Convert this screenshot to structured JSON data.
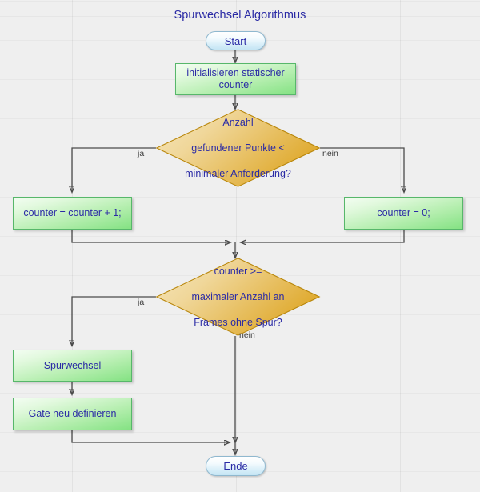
{
  "diagram": {
    "title": "Spurwechsel Algorithmus",
    "colors": {
      "text": "#2a2aa5",
      "process_fill": "#84e283",
      "process_border": "#57b76a",
      "decision_fill": "#e3b champion",
      "decision_border": "#b8860b",
      "terminator_fill": "#c4e5f4",
      "terminator_border": "#8fb8cf",
      "edge": "#4a4a4a",
      "canvas": "#efefef"
    },
    "nodes": {
      "start": {
        "label": "Start",
        "type": "terminator"
      },
      "init_counter": {
        "label_line1": "initialisieren statischer",
        "label_line2": "counter",
        "type": "process"
      },
      "decision_points": {
        "type": "decision",
        "label_line1": "Anzahl",
        "label_line2": "gefundener Punkte <",
        "label_line3": "minimaler Anforderung?",
        "yes_label": "ja",
        "no_label": "nein"
      },
      "counter_inc": {
        "label": "counter = counter + 1;",
        "type": "process"
      },
      "counter_reset": {
        "label": "counter = 0;",
        "type": "process"
      },
      "decision_frames": {
        "type": "decision",
        "label_line1": "counter >=",
        "label_line2": "maximaler Anzahl an",
        "label_line3": "Frames ohne Spur?",
        "yes_label": "ja",
        "no_label": "nein"
      },
      "lane_change": {
        "label": "Spurwechsel",
        "type": "process"
      },
      "redefine_gate": {
        "label": "Gate neu definieren",
        "type": "process"
      },
      "end": {
        "label": "Ende",
        "type": "terminator"
      }
    }
  }
}
